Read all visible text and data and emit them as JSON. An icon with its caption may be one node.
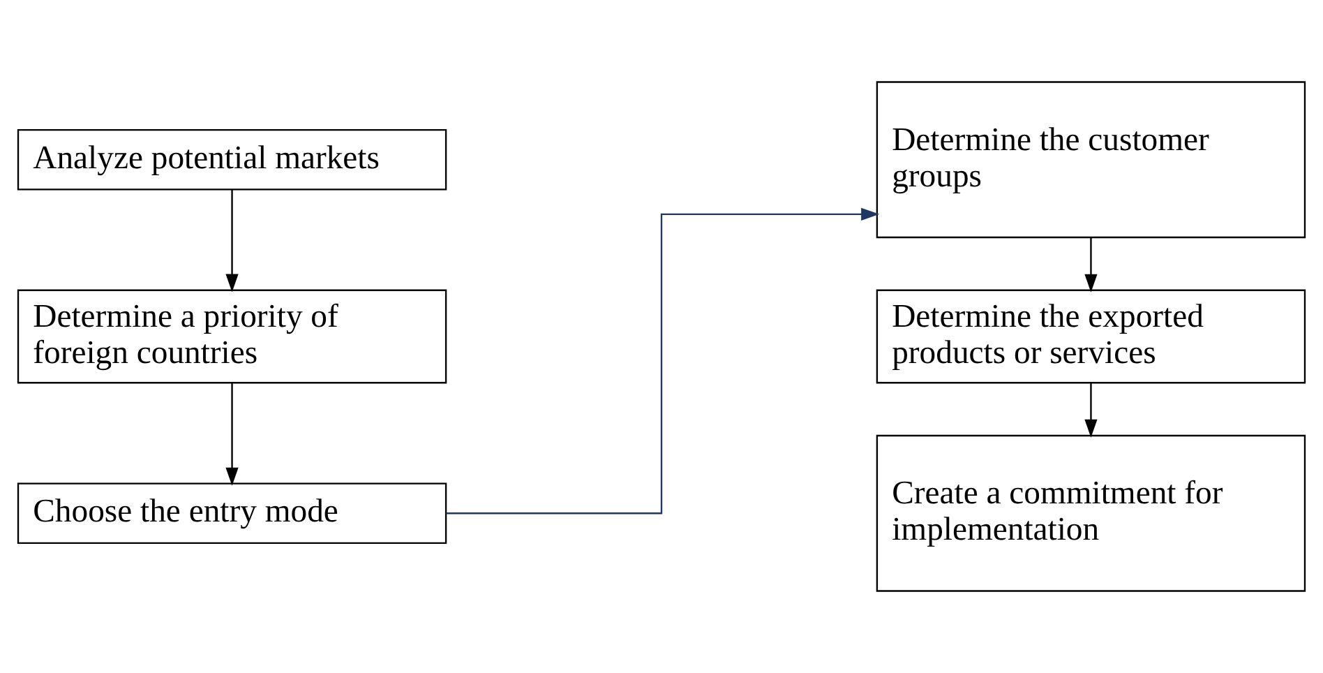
{
  "diagram": {
    "nodes": [
      {
        "text": [
          "Analyze potential markets"
        ]
      },
      {
        "text": [
          "Determine a priority of foreign countries"
        ]
      },
      {
        "text": [
          "Choose the entry mode"
        ]
      },
      {
        "text": [
          "Determine the customer groups"
        ]
      },
      {
        "text": [
          "Determine the exported products or services"
        ]
      },
      {
        "text": [
          "Create a commitment for implementation"
        ]
      }
    ],
    "edges": [
      {
        "from": 0,
        "to": 1,
        "arrow": "to"
      },
      {
        "from": 1,
        "to": 2,
        "arrow": "to"
      },
      {
        "from": 2,
        "to": 3,
        "arrow": "to",
        "color": "#1f3864"
      },
      {
        "from": 3,
        "to": 4,
        "arrow": "to"
      },
      {
        "from": 4,
        "to": 5,
        "arrow": "to"
      }
    ]
  }
}
